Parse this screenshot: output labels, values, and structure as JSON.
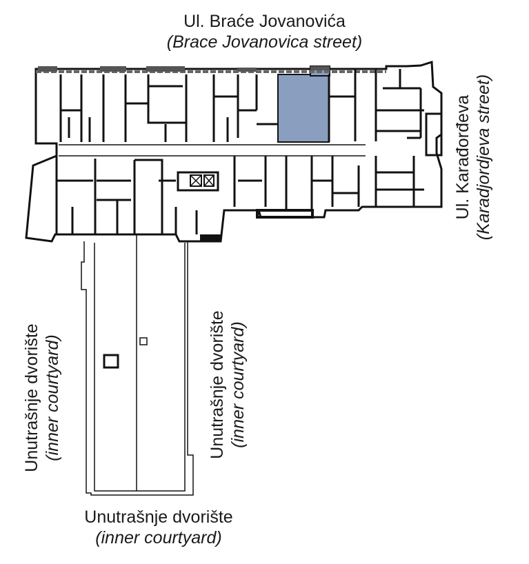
{
  "labels": {
    "top_street": {
      "name": "Ul. Braće Jovanovića",
      "translation": "(Brace Jovanovica street)"
    },
    "right_street": {
      "name": "Ul. Karađorđeva",
      "translation": "(Karadjordjeva street)"
    },
    "courtyard_left": {
      "name": "Unutrašnje dvorište",
      "translation": "(inner courtyard)"
    },
    "courtyard_mid": {
      "name": "Unutrašnje dvorište",
      "translation": "(inner courtyard)"
    },
    "courtyard_bottom": {
      "name": "Unutrašnje dvorište",
      "translation": "(inner courtyard)"
    }
  },
  "colors": {
    "highlight_unit": "#8a9fbf",
    "walls": "#111111"
  }
}
